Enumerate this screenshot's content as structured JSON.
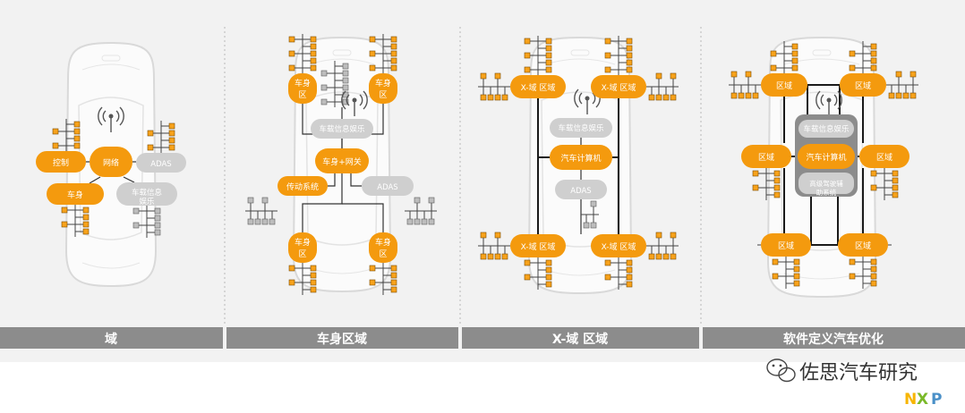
{
  "panels": [
    {
      "caption": "域",
      "nodes": [
        {
          "label": "控制",
          "style": "orange"
        },
        {
          "label": "网络",
          "style": "orange"
        },
        {
          "label": "ADAS",
          "style": "gray"
        },
        {
          "label": "车身",
          "style": "orange"
        },
        {
          "label": "车载信息娱乐",
          "style": "gray"
        }
      ]
    },
    {
      "caption": "车身区域",
      "nodes": [
        {
          "label": "车身区",
          "style": "orange"
        },
        {
          "label": "车身区",
          "style": "orange"
        },
        {
          "label": "车载信息娱乐",
          "style": "gray"
        },
        {
          "label": "车身+网关",
          "style": "orange"
        },
        {
          "label": "传动系统",
          "style": "orange"
        },
        {
          "label": "ADAS",
          "style": "gray"
        },
        {
          "label": "车身区",
          "style": "orange"
        },
        {
          "label": "车身区",
          "style": "orange"
        }
      ]
    },
    {
      "caption": "X-域 区域",
      "nodes": [
        {
          "label": "X-域 区域",
          "style": "orange"
        },
        {
          "label": "X-域 区域",
          "style": "orange"
        },
        {
          "label": "车载信息娱乐",
          "style": "gray"
        },
        {
          "label": "汽车计算机",
          "style": "orange"
        },
        {
          "label": "ADAS",
          "style": "gray"
        },
        {
          "label": "X-域 区域",
          "style": "orange"
        },
        {
          "label": "X-域 区域",
          "style": "orange"
        }
      ]
    },
    {
      "caption": "软件定义汽车优化",
      "nodes": [
        {
          "label": "区域",
          "style": "orange"
        },
        {
          "label": "区域",
          "style": "orange"
        },
        {
          "label": "车载信息娱乐",
          "style": "gray"
        },
        {
          "label": "区域",
          "style": "orange"
        },
        {
          "label": "汽车计算机",
          "style": "orange"
        },
        {
          "label": "区域",
          "style": "orange"
        },
        {
          "label": "高级驾驶辅助系统",
          "style": "gray"
        },
        {
          "label": "区域",
          "style": "orange"
        },
        {
          "label": "区域",
          "style": "orange"
        }
      ]
    }
  ],
  "watermark": "佐思汽车研究",
  "logo": {
    "n": "N",
    "x": "X",
    "p": "P"
  }
}
